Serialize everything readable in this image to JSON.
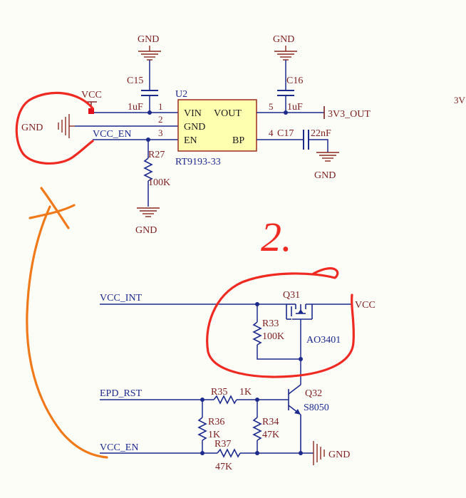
{
  "colors": {
    "background": "#fdfdf8",
    "wire": "#1c2a8c",
    "text_dark": "#7a1f1f",
    "text_blue": "#1c2a8c",
    "ic_fill": "#ffffb0",
    "ic_border": "#9c2b1f",
    "ground": "#8a2a1e",
    "annot_red": "#ee2a22",
    "annot_orange": "#f07a1a",
    "junction": "#1c2a8c",
    "vcc_port": "#e0101c"
  },
  "icons": {
    "ground": "ground-icon",
    "junction": "junction-dot-icon"
  },
  "labels": {
    "gnd_top_left": "GND",
    "gnd_top_right": "GND",
    "c15": "C15",
    "c15_value": "1uF",
    "c16": "C16",
    "c16_value": "1uF",
    "u2": "U2",
    "vcc_port": "VCC",
    "gnd_port": "GND",
    "vcc_en_label": "VCC_EN",
    "pin1": "1",
    "pin2": "2",
    "pin3": "3",
    "pin4": "4",
    "pin5": "5",
    "u2_vin": "VIN",
    "u2_vout": "VOUT",
    "u2_gnd": "GND",
    "u2_en": "EN",
    "u2_bp": "BP",
    "u2_part": "RT9193-33",
    "out_3v3": "3V3_OUT",
    "c17": "C17",
    "c17_value": "22nF",
    "gnd_c17": "GND",
    "r27": "R27",
    "r27_value": "100K",
    "gnd_r27": "GND",
    "edge_clip": "3V",
    "annot_two": "2.",
    "vcc_int": "VCC_INT",
    "q31": "Q31",
    "q31_part": "AO3401",
    "vcc_right": "VCC",
    "r33": "R33",
    "r33_value": "100K",
    "epd_rst": "EPD_RST",
    "r35": "R35",
    "r35_value": "1K",
    "q32": "Q32",
    "q32_part": "S8050",
    "r36": "R36",
    "r36_value": "1K",
    "r34": "R34",
    "r34_value": "47K",
    "vcc_en_bottom": "VCC_EN",
    "r37": "R37",
    "r37_value": "47K",
    "gnd_bottom": "GND"
  }
}
